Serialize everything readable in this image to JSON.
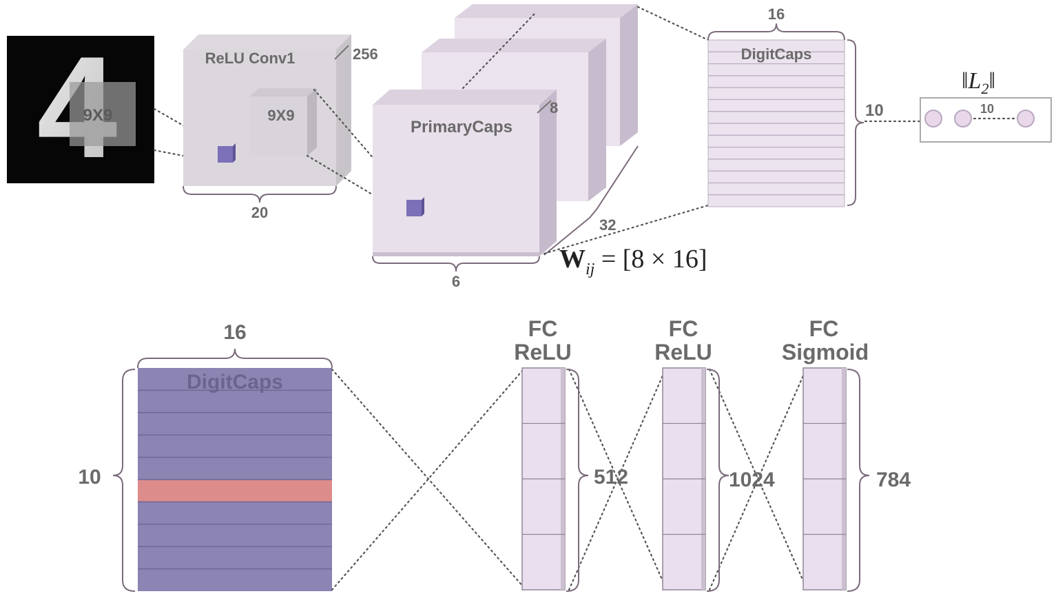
{
  "colors": {
    "box_front": "#e9e1ec",
    "box_top": "#dcd3df",
    "box_side": "#c9bece",
    "conv_front": "#dbd6dc",
    "caps_dark": "#8c84b2",
    "caps_highlight": "#dd8c8c",
    "fc_fill": "#eadfee",
    "text": "#6a6a6a"
  },
  "input": {
    "digit": "4",
    "kernel_label": "9X9"
  },
  "conv1": {
    "title": "ReLU Conv1",
    "depth": "256",
    "width": "20",
    "kernel_label": "9X9"
  },
  "primary_caps": {
    "title": "PrimaryCaps",
    "depth": "8",
    "width": "6",
    "count": "32"
  },
  "digit_caps": {
    "title": "DigitCaps",
    "dim": "16",
    "count": "10"
  },
  "output_norm": {
    "count": "10"
  },
  "weight_matrix": {
    "symbol": "W",
    "subscript": "ij",
    "rest": " = [8 × 16]"
  },
  "decoder": {
    "caps": {
      "title": "DigitCaps",
      "dim": "16",
      "count": "10"
    },
    "layers": [
      {
        "type": "FC",
        "activation": "ReLU",
        "size": "512"
      },
      {
        "type": "FC",
        "activation": "ReLU",
        "size": "1024"
      },
      {
        "type": "FC",
        "activation": "Sigmoid",
        "size": "784"
      }
    ]
  }
}
